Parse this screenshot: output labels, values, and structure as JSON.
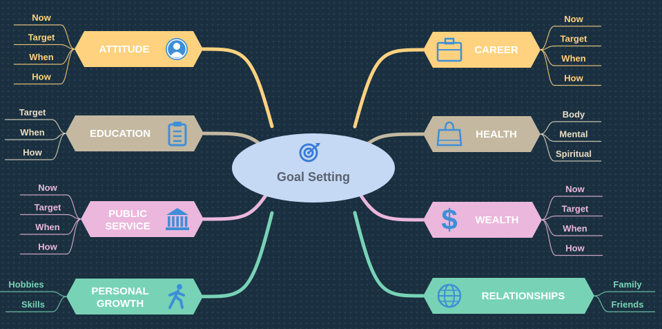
{
  "center": {
    "title": "Goal Setting",
    "icon": "target-icon",
    "fill": "#c5d9f5",
    "icon_color": "#3a7bd5"
  },
  "colors": {
    "yellow": "#ffd27f",
    "taupe": "#c4b8a0",
    "pink": "#ebb7dc",
    "teal": "#78d3b6",
    "yellow_text": "#ffd27f",
    "taupe_text": "#e8dcc4",
    "pink_text": "#ebb7dc",
    "teal_text": "#78d3b6",
    "icon_blue": "#3d8fd8"
  },
  "branches": [
    {
      "id": "attitude",
      "side": "left",
      "color": "yellow",
      "label": [
        "ATTITUDE"
      ],
      "icon": "user-icon",
      "leaves": [
        "Now",
        "Target",
        "When",
        "How"
      ]
    },
    {
      "id": "education",
      "side": "left",
      "color": "taupe",
      "label": [
        "EDUCATION"
      ],
      "icon": "clipboard-icon",
      "leaves": [
        "Target",
        "When",
        "How"
      ]
    },
    {
      "id": "public-service",
      "side": "left",
      "color": "pink",
      "label": [
        "PUBLIC",
        "SERVICE"
      ],
      "icon": "bank-icon",
      "leaves": [
        "Now",
        "Target",
        "When",
        "How"
      ]
    },
    {
      "id": "personal-growth",
      "side": "left",
      "color": "teal",
      "label": [
        "PERSONAL",
        "GROWTH"
      ],
      "icon": "walker-icon",
      "leaves": [
        "Hobbies",
        "Skills"
      ]
    },
    {
      "id": "career",
      "side": "right",
      "color": "yellow",
      "label": [
        "CAREER"
      ],
      "icon": "briefcase-icon",
      "leaves": [
        "Now",
        "Target",
        "When",
        "How"
      ]
    },
    {
      "id": "health",
      "side": "right",
      "color": "taupe",
      "label": [
        "HEALTH"
      ],
      "icon": "bag-icon",
      "leaves": [
        "Body",
        "Mental",
        "Spiritual"
      ]
    },
    {
      "id": "wealth",
      "side": "right",
      "color": "pink",
      "label": [
        "WEALTH"
      ],
      "icon": "dollar-icon",
      "leaves": [
        "Now",
        "Target",
        "When",
        "How"
      ]
    },
    {
      "id": "relationships",
      "side": "right",
      "color": "teal",
      "label": [
        "RELATIONSHIPS"
      ],
      "icon": "globe-icon",
      "leaves": [
        "Family",
        "Friends"
      ]
    }
  ]
}
